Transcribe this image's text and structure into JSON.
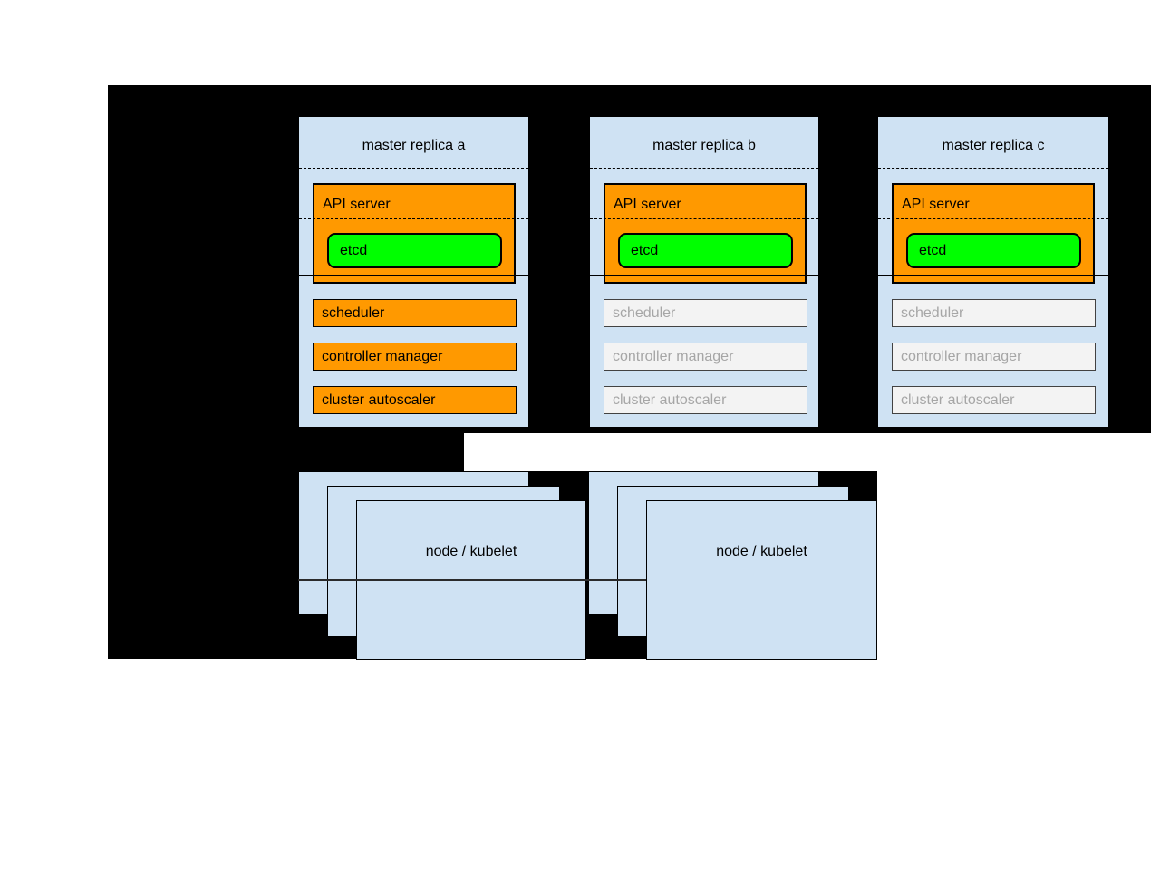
{
  "diagram": {
    "masters": [
      {
        "title": "master replica a",
        "state": "active",
        "components": {
          "api_server": "API server",
          "etcd": "etcd",
          "scheduler": "scheduler",
          "controller_manager": "controller manager",
          "cluster_autoscaler": "cluster autoscaler"
        }
      },
      {
        "title": "master replica b",
        "state": "standby",
        "components": {
          "api_server": "API server",
          "etcd": "etcd",
          "scheduler": "scheduler",
          "controller_manager": "controller manager",
          "cluster_autoscaler": "cluster autoscaler"
        }
      },
      {
        "title": "master replica c",
        "state": "standby",
        "components": {
          "api_server": "API server",
          "etcd": "etcd",
          "scheduler": "scheduler",
          "controller_manager": "controller manager",
          "cluster_autoscaler": "cluster autoscaler"
        }
      }
    ],
    "node_stacks": [
      {
        "label": "node / kubelet",
        "depicted_count": 3
      },
      {
        "label": "node / kubelet",
        "depicted_count": 3
      }
    ],
    "colors": {
      "backdrop": "#000000",
      "page_background": "#ffffff",
      "container_fill": "#cfe2f3",
      "active_component_fill": "#ff9900",
      "etcd_fill": "#00ff00",
      "inactive_component_fill": "#f3f3f3",
      "inactive_component_text": "#a6a6a6"
    }
  }
}
